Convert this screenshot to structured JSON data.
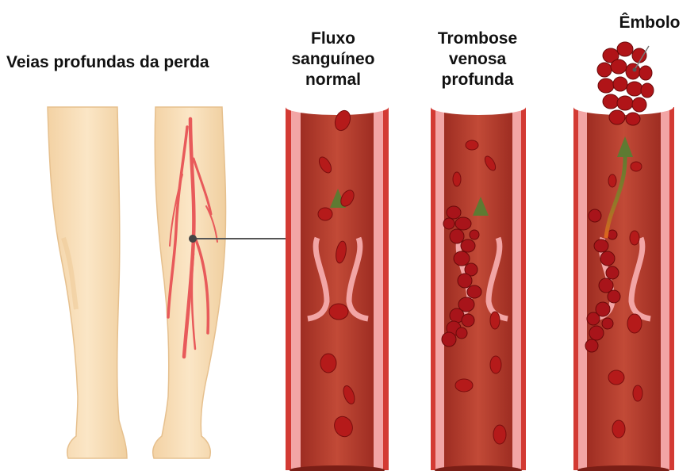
{
  "title": "Veias profundas da perda",
  "panels": {
    "normal": "Fluxo sanguíneo normal",
    "dvt": "Trombose venosa profunda",
    "embolus": "Êmbolo"
  },
  "colors": {
    "skin": "#f8dfb8",
    "skin_shadow": "#efcc9c",
    "vein": "#e85a5a",
    "vessel_outer": "#d33a33",
    "vessel_wall": "#f2a5a5",
    "lumen": "#b33a2c",
    "rbc": "#b51a1a",
    "arrow": "#6b7a35"
  }
}
